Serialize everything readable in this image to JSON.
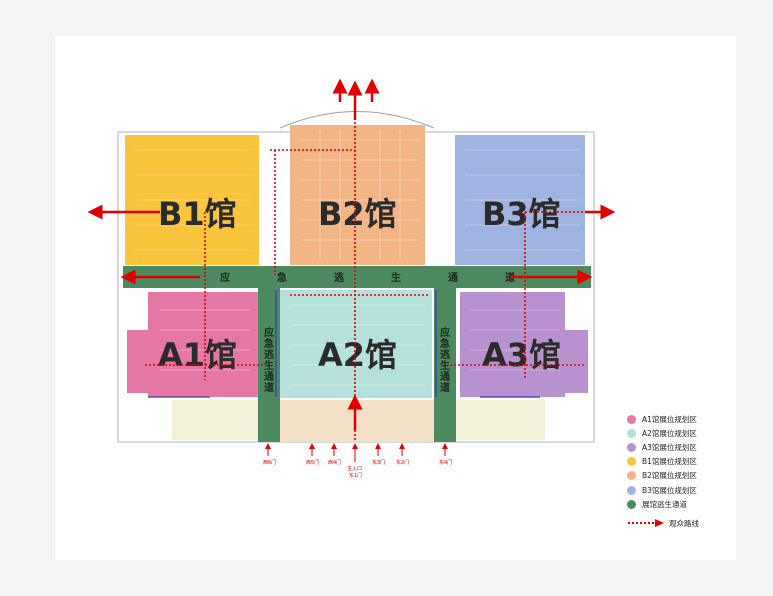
{
  "halls": {
    "b1": {
      "label": "B1馆",
      "color": "#f8c53c"
    },
    "b2": {
      "label": "B2馆",
      "color": "#f2b585"
    },
    "b3": {
      "label": "B3馆",
      "color": "#9fb3e0"
    },
    "a1": {
      "label": "A1馆",
      "color": "#e477a5"
    },
    "a2": {
      "label": "A2馆",
      "color": "#b5e1dc"
    },
    "a3": {
      "label": "A3馆",
      "color": "#b792cf"
    }
  },
  "corridor": {
    "color": "#4e8a60",
    "horizontal_chars": [
      "应",
      "急",
      "逃",
      "生",
      "通",
      "道"
    ],
    "left_vertical_chars": [
      "应",
      "急",
      "逃",
      "生",
      "通",
      "道"
    ],
    "right_vertical_chars": [
      "应",
      "急",
      "逃",
      "生",
      "通",
      "道"
    ]
  },
  "gates": {
    "g1": "西6门",
    "g2": "西5门",
    "g3": "西4门",
    "g4": "主入口",
    "g4b": "东1门",
    "g5": "东3门",
    "g6": "东2门",
    "g7": "东4门"
  },
  "legend": {
    "items": [
      {
        "label": "A1馆展位规划区",
        "color": "#e477a5"
      },
      {
        "label": "A2馆展位规划区",
        "color": "#b5e1dc"
      },
      {
        "label": "A3馆展位规划区",
        "color": "#b792cf"
      },
      {
        "label": "B1馆展位规划区",
        "color": "#f8c53c"
      },
      {
        "label": "B2馆展位规划区",
        "color": "#f2b585"
      },
      {
        "label": "B3馆展位规划区",
        "color": "#9fb3e0"
      },
      {
        "label": "展馆逃生通道",
        "color": "#4e8a60"
      }
    ],
    "route_label": "观众路线",
    "route_color": "#e00000"
  }
}
